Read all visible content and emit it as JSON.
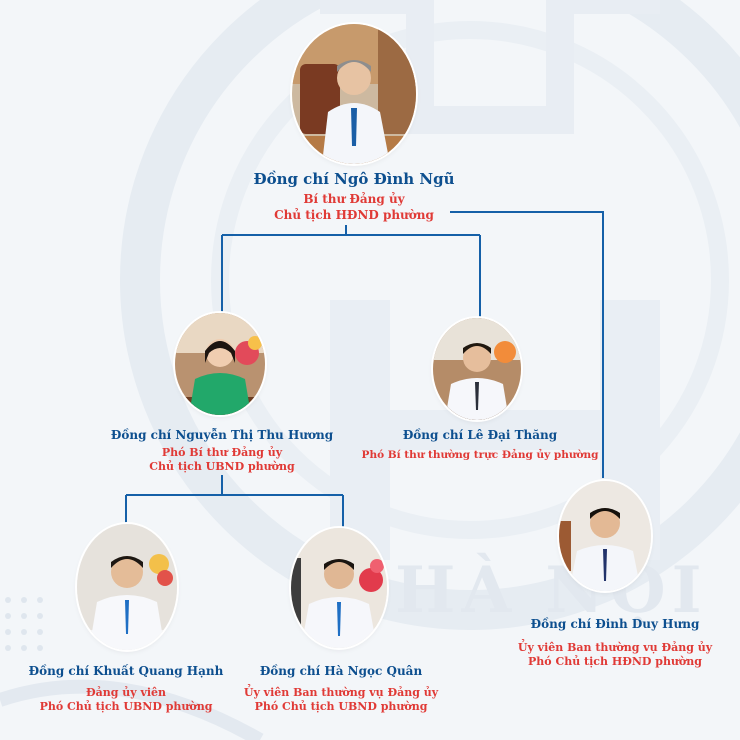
{
  "colors": {
    "name": "#0d4f8f",
    "role": "#e03a36",
    "connector": "#1560a8",
    "background": "#f3f6f9",
    "watermark": "#e4eaf1"
  },
  "watermark_text": "HÀ NỘI",
  "people": {
    "p1": {
      "name": "Đồng chí Ngô Đình Ngũ",
      "roles": [
        "Bí thư Đảng ủy",
        "Chủ tịch HĐND phường"
      ]
    },
    "p2": {
      "name": "Đồng chí Nguyễn Thị Thu Hương",
      "roles": [
        "Phó Bí thư Đảng ủy",
        "Chủ tịch UBND phường"
      ]
    },
    "p3": {
      "name": "Đồng chí Lê Đại Thăng",
      "roles": [
        "Phó Bí thư thường trực Đảng ủy phường"
      ]
    },
    "p4": {
      "name": "Đồng chí  Khuất Quang Hạnh",
      "roles": [
        "Đảng ủy viên",
        "Phó Chủ tịch UBND phường"
      ]
    },
    "p5": {
      "name": "Đồng chí Hà Ngọc Quân",
      "roles": [
        "Ủy viên Ban thường vụ Đảng ủy",
        "Phó Chủ tịch UBND phường"
      ]
    },
    "p6": {
      "name": "Đồng chí Đinh Duy Hưng",
      "roles": [
        "Ủy viên Ban thường vụ Đảng ủy",
        "Phó Chủ tịch HĐND phường"
      ]
    }
  }
}
